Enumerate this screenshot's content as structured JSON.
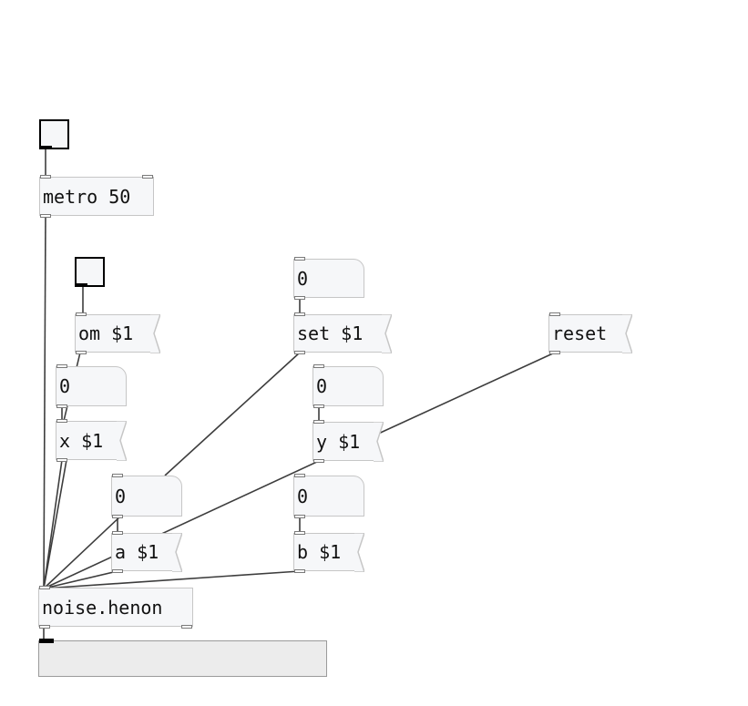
{
  "patch": {
    "bangs": [
      "toggle-1",
      "toggle-2"
    ],
    "objects": {
      "metro": "metro 50",
      "henon": "noise.henon"
    },
    "messages": {
      "om": "om $1",
      "set": "set $1",
      "reset": "reset",
      "x": "x $1",
      "y": "y $1",
      "a": "a $1",
      "b": "b $1"
    },
    "numbers": {
      "n_set": "0",
      "n_x": "0",
      "n_y": "0",
      "n_a": "0",
      "n_b": "0"
    }
  }
}
